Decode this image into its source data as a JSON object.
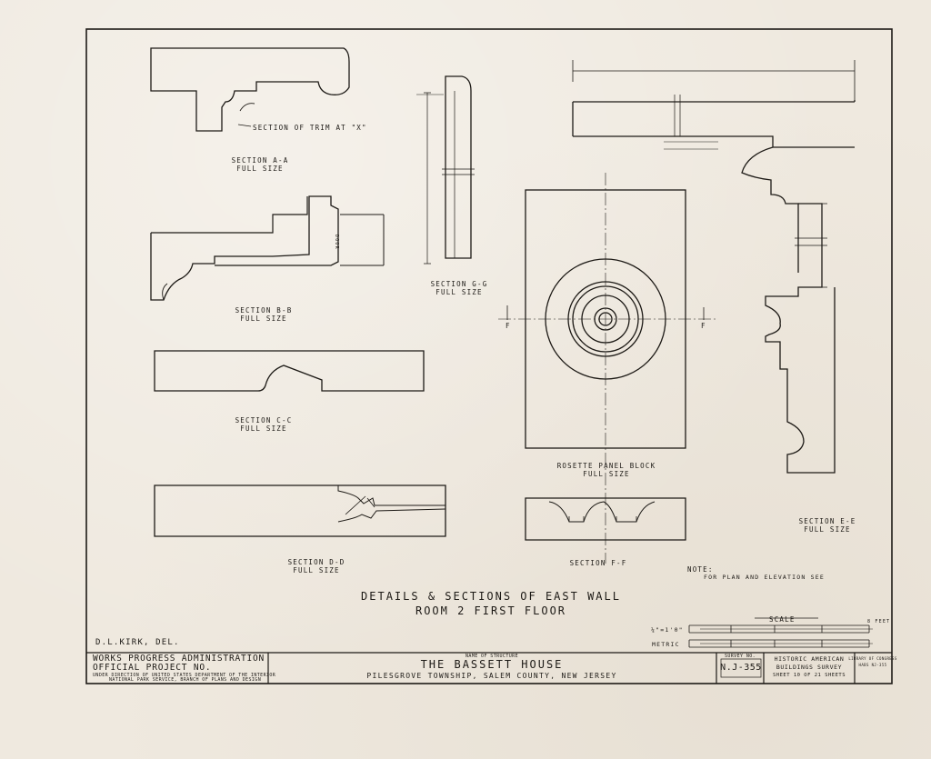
{
  "drawing": {
    "sections": {
      "trim_note": "SECTION OF TRIM AT \"X\"",
      "aa_title": "SECTION A-A",
      "aa_scale": "FULL SIZE",
      "bb_title": "SECTION B-B",
      "bb_scale": "FULL SIZE",
      "bb_door": "DOOR",
      "cc_title": "SECTION C-C",
      "cc_scale": "FULL SIZE",
      "dd_title": "SECTION D-D",
      "dd_scale": "FULL SIZE",
      "gg_title": "SECTION G-G",
      "gg_scale": "FULL SIZE",
      "ee_title": "SECTION E-E",
      "ee_scale": "FULL SIZE",
      "ff_title": "SECTION F-F",
      "rosette_title": "ROSETTE PANEL BLOCK",
      "rosette_scale": "FULL SIZE",
      "f_mark": "F"
    },
    "note_label": "NOTE:",
    "note_text": "FOR PLAN AND ELEVATION SEE",
    "title_line1": "DETAILS & SECTIONS OF EAST WALL",
    "title_line2": "ROOM 2 FIRST FLOOR",
    "scale_label": "SCALE",
    "scale_imperial": "¼\"=1'0\"",
    "scale_metric": "METRIC",
    "scale_end": "8 FEET",
    "delineator": "D.L.KIRK, DEL."
  },
  "title_block": {
    "agency_line1": "WORKS PROGRESS ADMINISTRATION",
    "agency_line2": "OFFICIAL PROJECT NO.",
    "agency_line3": "UNDER DIRECTION OF UNITED STATES DEPARTMENT OF THE INTERIOR",
    "agency_line4": "NATIONAL PARK SERVICE, BRANCH OF PLANS AND DESIGN",
    "structure_label": "NAME OF STRUCTURE",
    "structure_name": "THE BASSETT HOUSE",
    "location": "PILESGROVE TOWNSHIP, SALEM COUNTY, NEW JERSEY",
    "survey_label": "SURVEY NO.",
    "survey_no": "N.J-355",
    "habs_line1": "HISTORIC AMERICAN",
    "habs_line2": "BUILDINGS SURVEY",
    "sheet_info": "SHEET 10 OF 21 SHEETS",
    "lib_line1": "LIBRARY OF CONGRESS",
    "lib_line2": "HABS NJ-355"
  }
}
